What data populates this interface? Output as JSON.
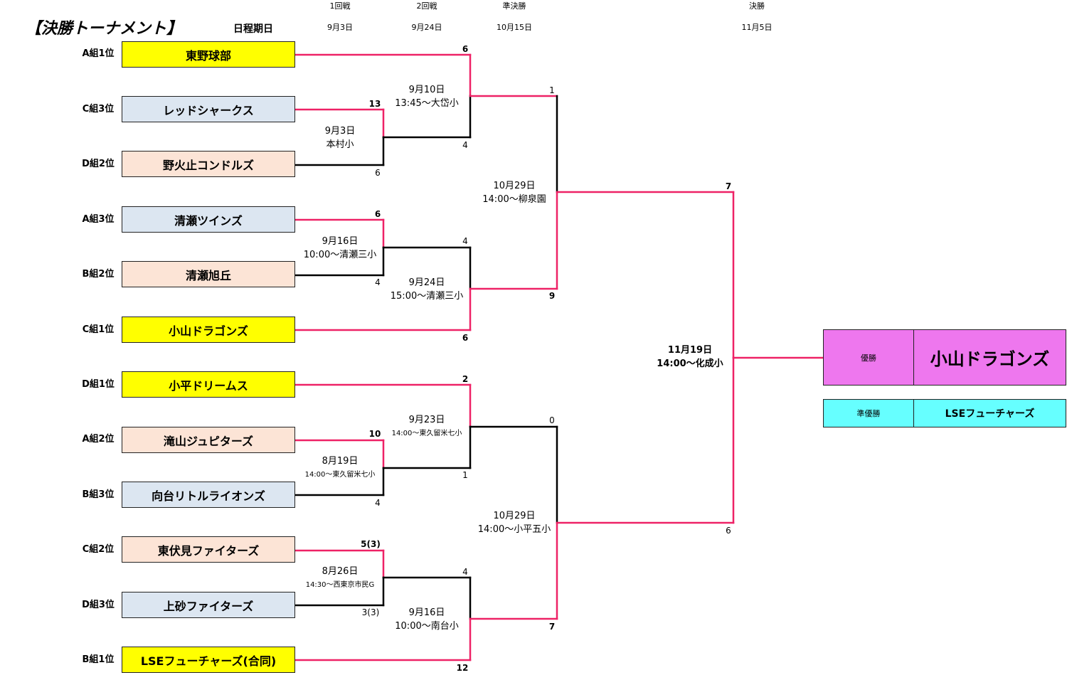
{
  "title": "【決勝トーナメント】",
  "schedule_label": "日程期日",
  "rounds": [
    {
      "name": "1回戦",
      "date": "9月3日"
    },
    {
      "name": "2回戦",
      "date": "9月24日"
    },
    {
      "name": "準決勝",
      "date": "10月15日"
    },
    {
      "name": "決勝",
      "date": "11月5日"
    }
  ],
  "teams": [
    {
      "seed": "A組1位",
      "name": "東野球部"
    },
    {
      "seed": "C組3位",
      "name": "レッドシャークス"
    },
    {
      "seed": "D組2位",
      "name": "野火止コンドルズ"
    },
    {
      "seed": "A組3位",
      "name": "清瀬ツインズ"
    },
    {
      "seed": "B組2位",
      "name": "清瀬旭丘"
    },
    {
      "seed": "C組1位",
      "name": "小山ドラゴンズ"
    },
    {
      "seed": "D組1位",
      "name": "小平ドリームス"
    },
    {
      "seed": "A組2位",
      "name": "滝山ジュピターズ"
    },
    {
      "seed": "B組3位",
      "name": "向台リトルライオンズ"
    },
    {
      "seed": "C組2位",
      "name": "東伏見ファイターズ"
    },
    {
      "seed": "D組3位",
      "name": "上砂ファイターズ"
    },
    {
      "seed": "B組1位",
      "name": "LSEフューチャーズ(合同)"
    }
  ],
  "colors": {
    "win_line": "#ee2266",
    "loss_line": "#000000",
    "seeded_team_fill": "#ffff00",
    "team_fill_blue": "#dce6f1",
    "team_fill_peach": "#fce4d6",
    "champion_fill": "#ee77ee",
    "runner_up_fill": "#66ffff"
  },
  "matches": {
    "r1a": {
      "date": "9月3日",
      "venue": "本村小",
      "top": "13",
      "bottom": "6"
    },
    "r1b": {
      "date": "9月16日",
      "venue": "10:00〜清瀬三小",
      "top": "6",
      "bottom": "4"
    },
    "r1c": {
      "date": "8月19日",
      "venue": "14:00〜東久留米七小",
      "top": "10",
      "bottom": "4"
    },
    "r1d": {
      "date": "8月26日",
      "venue": "14:30〜西東京市民G",
      "top": "5(3)",
      "bottom": "3(3)"
    },
    "r2a": {
      "date": "9月10日",
      "venue": "13:45〜大岱小",
      "top": "6",
      "bottom": "4"
    },
    "r2b": {
      "date": "9月24日",
      "venue": "15:00〜清瀬三小",
      "top": "4",
      "bottom": "6"
    },
    "r2c": {
      "date": "9月23日",
      "venue": "14:00〜東久留米七小",
      "top": "2",
      "bottom": "1"
    },
    "r2d": {
      "date": "9月16日",
      "venue": "10:00〜南台小",
      "top": "4",
      "bottom": "12"
    },
    "sf1": {
      "date": "10月29日",
      "venue": "14:00〜柳泉園",
      "top": "1",
      "bottom": "9"
    },
    "sf2": {
      "date": "10月29日",
      "venue": "14:00〜小平五小",
      "top": "0",
      "bottom": "7"
    },
    "final": {
      "date": "11月19日",
      "venue": "14:00〜化成小",
      "top": "7",
      "bottom": "6"
    }
  },
  "results": {
    "champion_label": "優勝",
    "champion": "小山ドラゴンズ",
    "runner_up_label": "準優勝",
    "runner_up": "LSEフューチャーズ"
  }
}
